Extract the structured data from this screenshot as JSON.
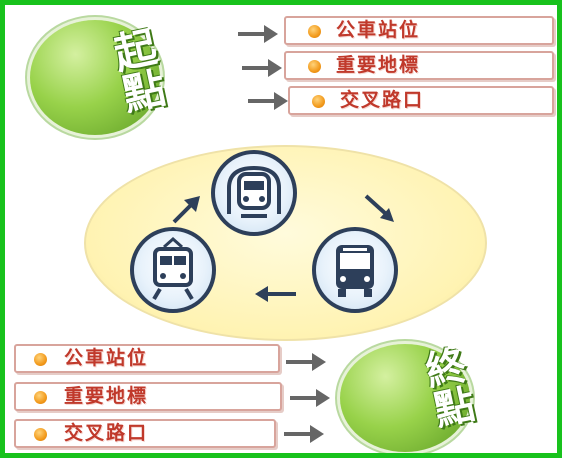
{
  "start": {
    "label": "起點"
  },
  "end": {
    "label": "終點"
  },
  "options": [
    "公車站位",
    "重要地標",
    "交叉路口"
  ],
  "transport": {
    "modes": [
      "metro-icon",
      "bus-icon",
      "train-icon"
    ]
  },
  "colors": {
    "frame": "#18c21c",
    "ball": "#98d24a",
    "label_text": "#c0392b",
    "dot": "#f29a1c",
    "cycle_fill": "#fff3b2",
    "vehicle_stroke": "#2d3f5a"
  }
}
